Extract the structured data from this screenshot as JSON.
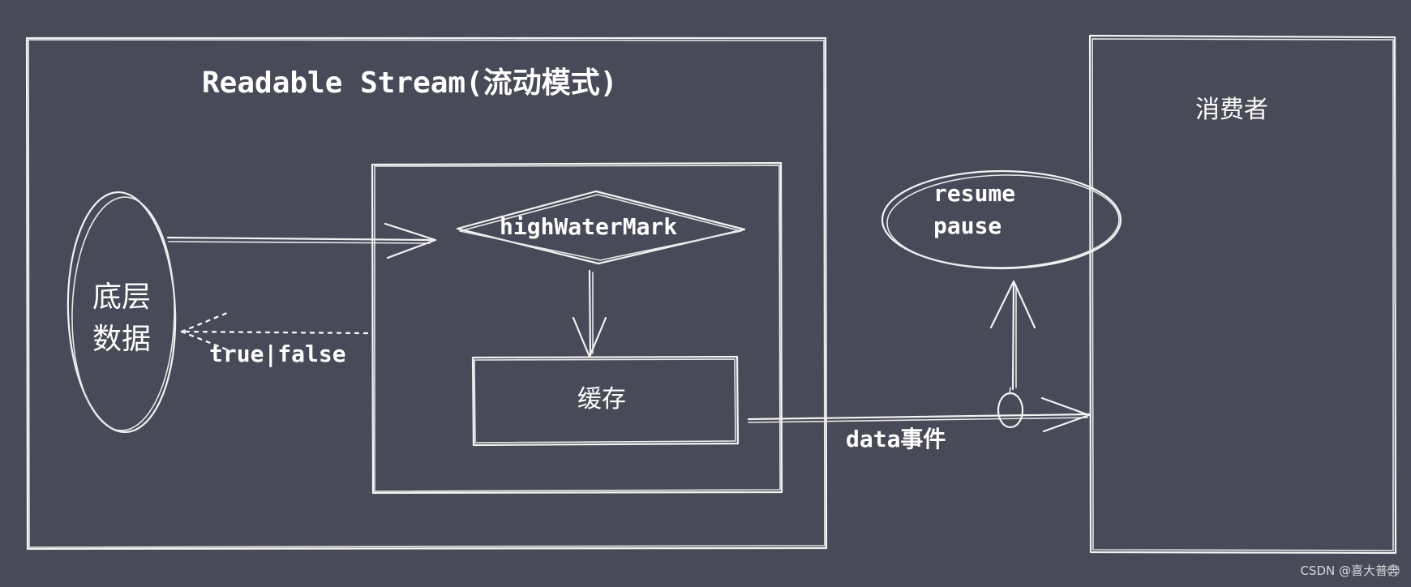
{
  "stream_box": {
    "title": "Readable Stream(流动模式)"
  },
  "source": {
    "label_line1": "底层",
    "label_line2": "数据"
  },
  "decision": {
    "label": "highWaterMark"
  },
  "buffer": {
    "label": "缓存"
  },
  "return_value": {
    "label": "true|false"
  },
  "event": {
    "label": "data事件"
  },
  "control": {
    "line1": "resume",
    "line2": "pause"
  },
  "consumer": {
    "label": "消费者"
  },
  "watermark": "CSDN @喜大普奔⃝⃝"
}
